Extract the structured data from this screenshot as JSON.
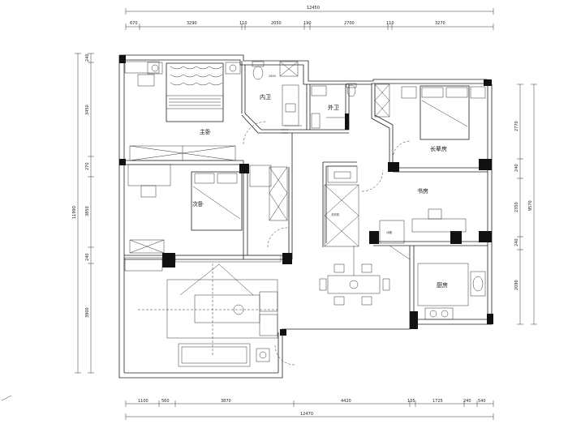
{
  "rooms": {
    "master_bedroom": "主卧",
    "inner_bath": "内卫",
    "outer_bath": "外卫",
    "elder_room": "长辈房",
    "second_bedroom": "次卧",
    "study": "书房",
    "kitchen": "厨房"
  },
  "dims_top": {
    "total": "12450",
    "segments": [
      "670",
      "3290",
      "110",
      "2050",
      "190",
      "2700",
      "110",
      "3270"
    ]
  },
  "dims_bottom": {
    "total": "12470",
    "segments": [
      "1100",
      "560",
      "3870",
      "4420",
      "135",
      "1725",
      "240",
      "540"
    ]
  },
  "dims_left": {
    "total": "11990",
    "segments": [
      "240",
      "3450",
      "270",
      "3850",
      "240",
      "3900"
    ]
  },
  "dims_right": {
    "total": "9570",
    "segments": [
      "2770",
      "240",
      "2350",
      "240",
      "2090"
    ]
  },
  "labels": {
    "dim_2850": "2850",
    "washer": "洗衣机",
    "fridge": "冰箱"
  }
}
